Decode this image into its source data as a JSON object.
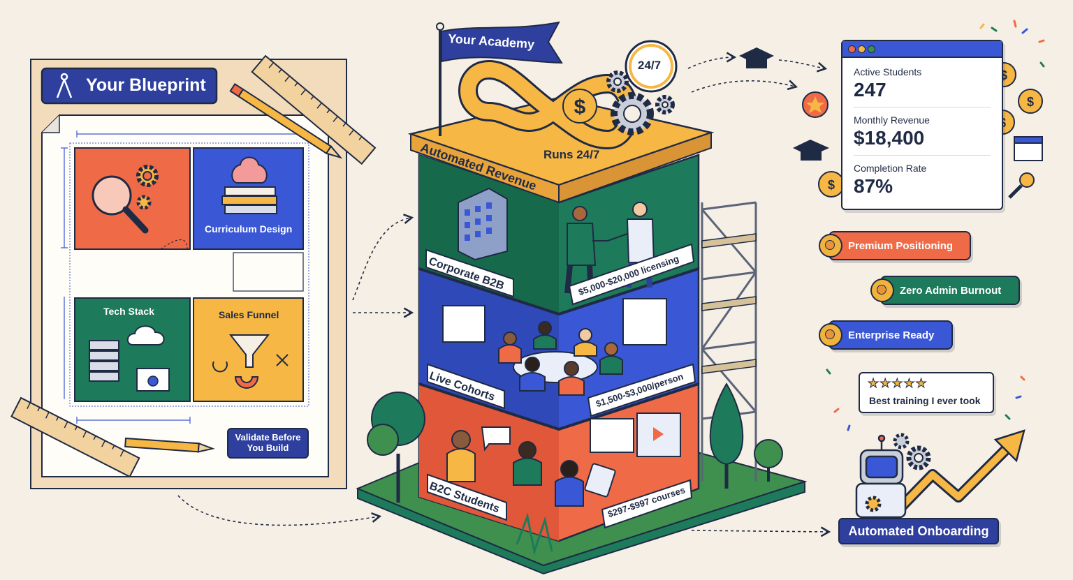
{
  "blueprint": {
    "title": "Your Blueprint",
    "rooms": [
      "Curriculum Design",
      "Tech Stack",
      "Sales Funnel"
    ],
    "validate_label": "Validate Before\nYou Build"
  },
  "academy": {
    "flag": "Your Academy",
    "clock_label": "24/7",
    "roof_banner": "Automated Revenue",
    "runs_label": "Runs 24/7",
    "floors": [
      {
        "name": "Corporate B2B",
        "price": "$5,000-$20,000 licensing"
      },
      {
        "name": "Live Cohorts",
        "price": "$1,500-$3,000/person"
      },
      {
        "name": "B2C Students",
        "price": "$297-$997 courses"
      }
    ]
  },
  "dashboard": {
    "metrics": [
      {
        "label": "Active Students",
        "value": "247"
      },
      {
        "label": "Monthly Revenue",
        "value": "$18,400"
      },
      {
        "label": "Completion Rate",
        "value": "87%"
      }
    ]
  },
  "badges": [
    "Premium Positioning",
    "Zero Admin Burnout",
    "Enterprise Ready"
  ],
  "review": {
    "stars": "★★★★★",
    "text": "Best training I ever took"
  },
  "onboarding_label": "Automated Onboarding",
  "colors": {
    "navy": "#1f2a44",
    "blue": "#3a57d6",
    "green": "#1d7a5a",
    "orange": "#ef6a47",
    "yellow": "#f6b744",
    "cream": "#f6efe6"
  },
  "icons": [
    "drafting-compass-icon",
    "magnifier-icon",
    "gear-icon",
    "brain-icon",
    "books-icon",
    "server-icon",
    "cloud-icon",
    "funnel-icon",
    "magnet-icon",
    "clock-icon",
    "infinity-icon",
    "dollar-icon",
    "graduation-cap-icon",
    "star-icon",
    "calendar-icon",
    "key-icon",
    "robot-icon",
    "trend-arrow-icon",
    "ruler-icon",
    "pencil-icon"
  ]
}
